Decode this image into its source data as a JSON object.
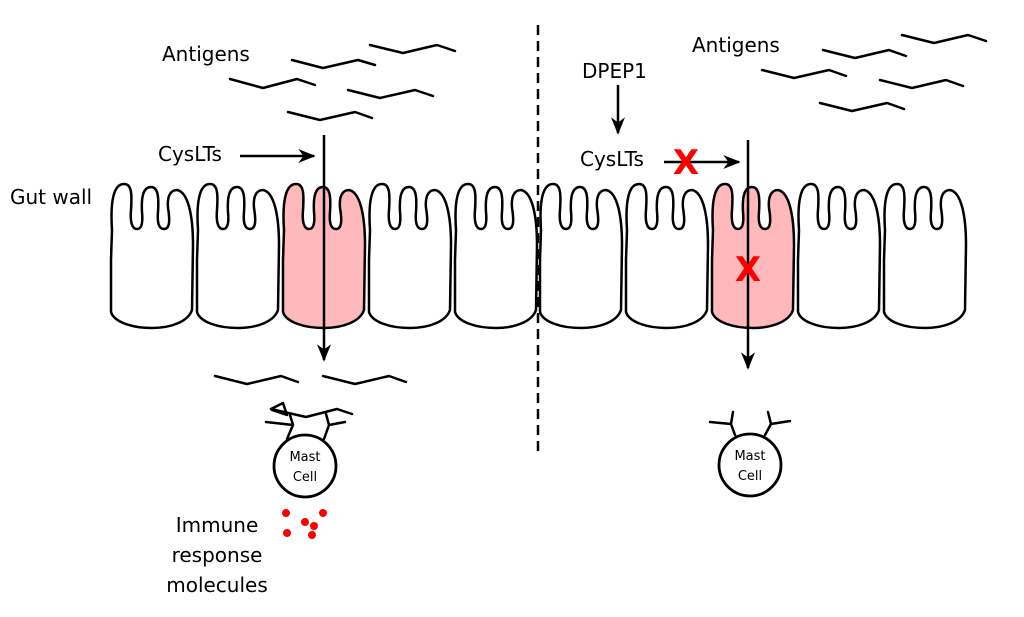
{
  "diagram": {
    "left_panel": {
      "antigens_label": "Antigens",
      "cyslts_label": "CysLTs",
      "gut_wall_label": "Gut wall",
      "mast_cell_line1": "Mast",
      "mast_cell_line2": "Cell",
      "immune_label_line1": "Immune",
      "immune_label_line2": "response",
      "immune_label_line3": "molecules"
    },
    "right_panel": {
      "antigens_label": "Antigens",
      "dpep1_label": "DPEP1",
      "cyslts_label": "CysLTs",
      "block_marker": "X",
      "cell_block_marker": "X",
      "mast_cell_line1": "Mast",
      "mast_cell_line2": "Cell"
    },
    "colors": {
      "highlighted_cell": "#ffb8bb",
      "normal_cell": "#ffffff",
      "block_marker": "#ff0000",
      "immune_molecules": "#ff0000"
    },
    "cells_per_panel": 5,
    "highlighted_cell_index": 2
  }
}
